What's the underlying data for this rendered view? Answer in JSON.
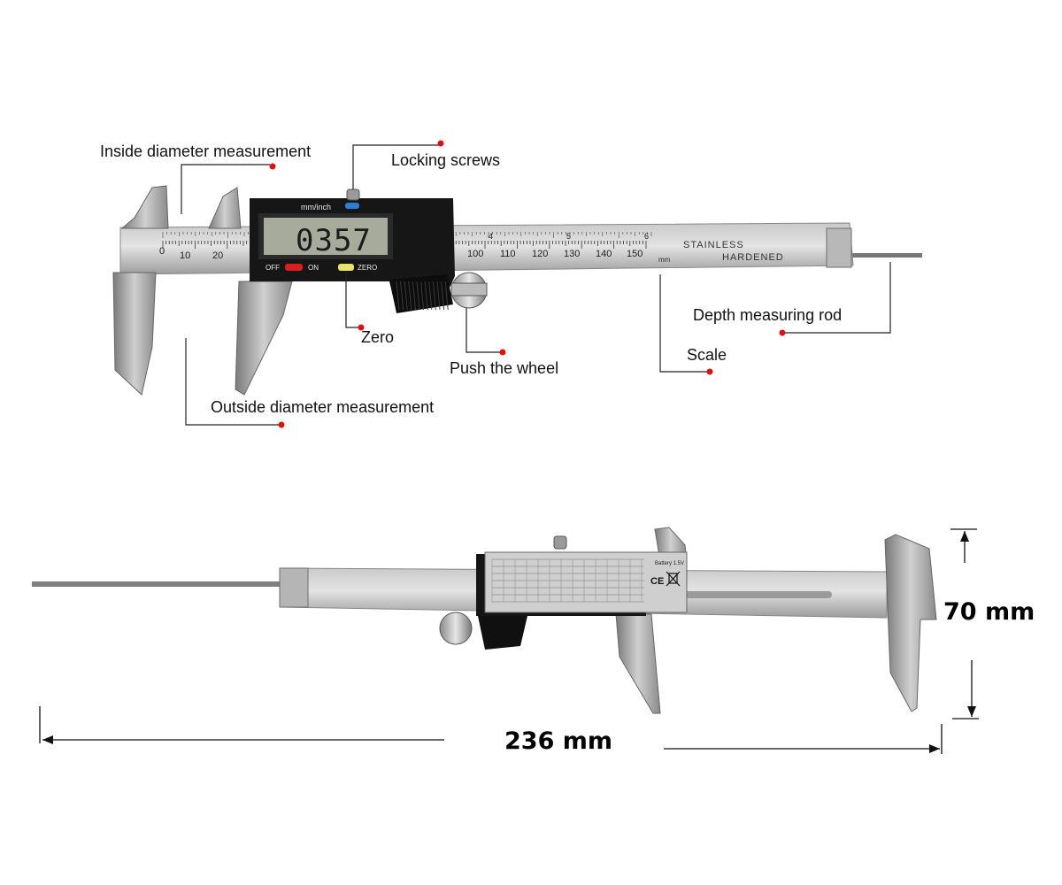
{
  "colors": {
    "steel_light": "#d6d6d6",
    "steel_mid": "#a9a9a9",
    "steel_dark": "#6f6f6f",
    "housing": "#161616",
    "lcd": "#a7ab9b",
    "marker_red": "#e01010",
    "btn_off": "#d62020",
    "btn_zero": "#e8e070",
    "mode_blue": "#2a7fd4",
    "leader_line": "#222222"
  },
  "top_view": {
    "lcd_reading": "0357",
    "mode_label": "mm/inch",
    "button_labels": {
      "off": "OFF",
      "on": "ON",
      "zero": "ZERO"
    },
    "bar_text": {
      "line1": "STAINLESS",
      "line2": "HARDENED",
      "unit": "mm"
    },
    "scale_numbers": [
      "0",
      "10",
      "20",
      "100",
      "110",
      "120",
      "130",
      "140",
      "150"
    ],
    "inch_numbers": [
      "4",
      "5",
      "6"
    ],
    "callouts": {
      "inside_diameter": "Inside diameter measurement",
      "locking_screws": "Locking screws",
      "zero": "Zero",
      "push_wheel": "Push the wheel",
      "depth_rod": "Depth measuring rod",
      "scale": "Scale",
      "outside_diameter": "Outside diameter measurement"
    }
  },
  "bottom_view": {
    "battery_text": "Battery 1.5V",
    "ce_mark": "CE",
    "dimensions": {
      "length": "236 mm",
      "height": "70 mm"
    }
  }
}
